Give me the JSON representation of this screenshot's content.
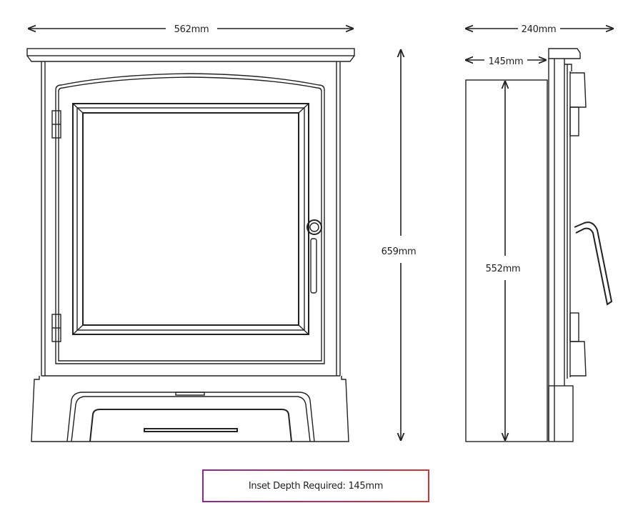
{
  "dimensions": {
    "front_width": "562mm",
    "front_height": "659mm",
    "side_depth": "240mm",
    "side_inset_depth": "145mm",
    "side_height": "552mm"
  },
  "note": {
    "text": "Inset Depth Required:  145mm",
    "border_gradient": [
      "#8a2b8c",
      "#c23a3a"
    ]
  },
  "colors": {
    "stroke": "#222222",
    "background": "#ffffff"
  }
}
